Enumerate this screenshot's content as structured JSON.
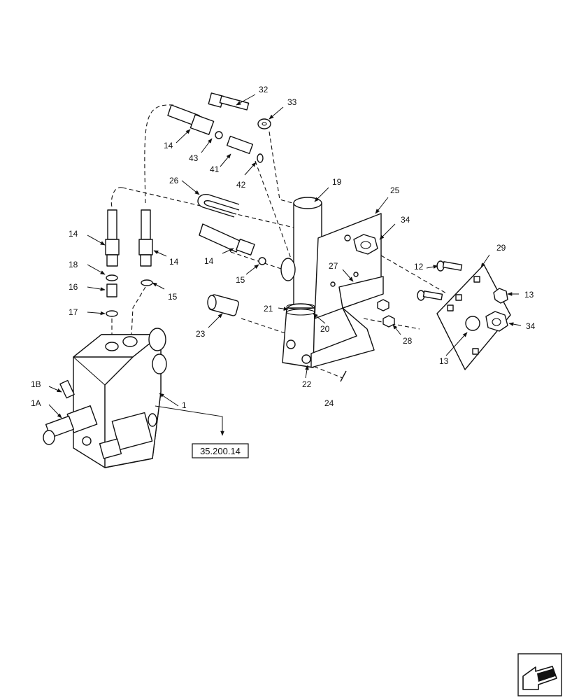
{
  "callouts": {
    "c1": "1",
    "c1a": "1A",
    "c1b": "1B",
    "c12": "12",
    "c13a": "13",
    "c13b": "13",
    "c14a": "14",
    "c14b": "14",
    "c14c": "14",
    "c14d": "14",
    "c15a": "15",
    "c15b": "15",
    "c16": "16",
    "c17": "17",
    "c18": "18",
    "c19": "19",
    "c20": "20",
    "c21": "21",
    "c22": "22",
    "c23": "23",
    "c24": "24",
    "c25": "25",
    "c26": "26",
    "c27": "27",
    "c28": "28",
    "c29": "29",
    "c32": "32",
    "c33": "33",
    "c34a": "34",
    "c34b": "34",
    "c41": "41",
    "c42": "42",
    "c43": "43"
  },
  "reference": {
    "label": "35.200.14"
  },
  "nav_icon": "next-page-arrow-icon"
}
